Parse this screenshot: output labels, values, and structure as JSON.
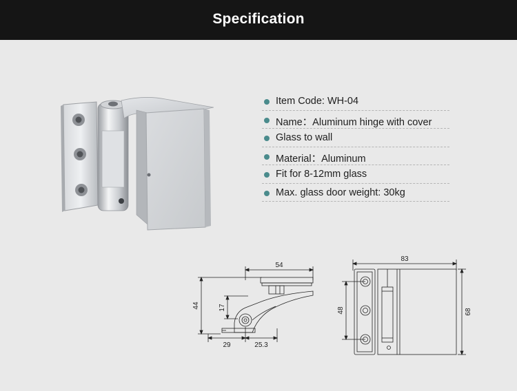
{
  "header": {
    "title": "Specification",
    "background": "#151515"
  },
  "specs": [
    {
      "text": "Item Code: WH-04"
    },
    {
      "text": "Name：Aluminum hinge with cover"
    },
    {
      "text": "Glass to wall"
    },
    {
      "text": "Material：Aluminum"
    },
    {
      "text": "Fit for 8-12mm glass"
    },
    {
      "text": "Max. glass door weight: 30kg"
    }
  ],
  "bullet_color": "#4a8b8c",
  "drawing": {
    "side": {
      "width_top": "54",
      "height_left": "44",
      "height_inner": "17",
      "bottom_left": "29",
      "bottom_right": "25.3"
    },
    "front": {
      "width_top": "83",
      "hole_spacing": "48",
      "height_right": "68"
    }
  }
}
